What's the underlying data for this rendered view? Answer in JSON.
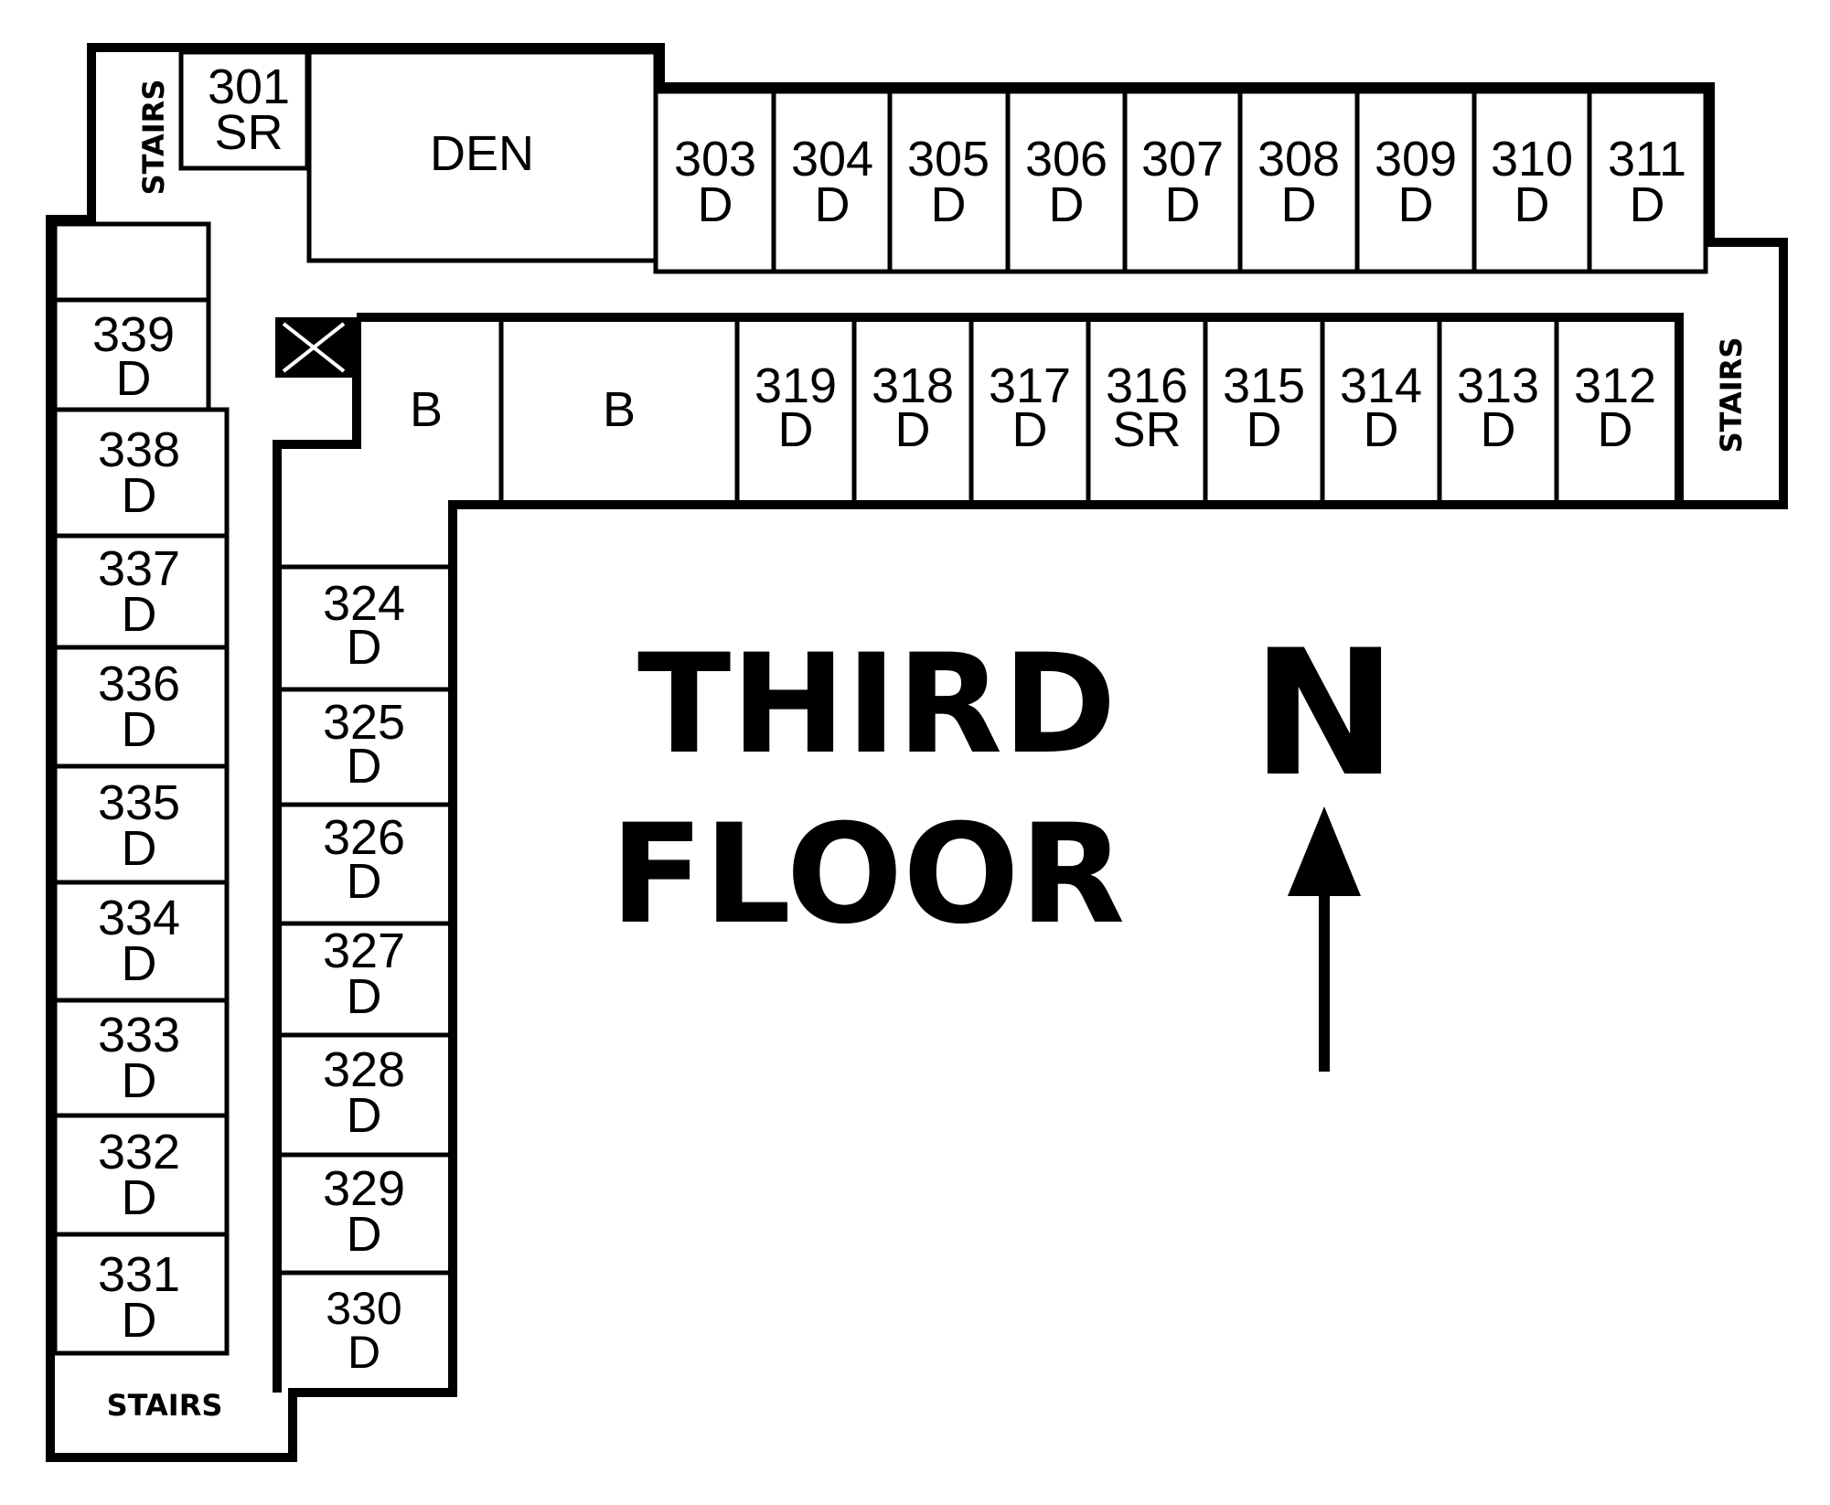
{
  "title": {
    "line1": "THIRD",
    "line2": "FLOOR"
  },
  "north": {
    "label": "N"
  },
  "stairs": {
    "label": "STAIRS"
  },
  "rooms": {
    "r301": {
      "number": "301",
      "type": "SR"
    },
    "den": {
      "name": "DEN"
    },
    "r303": {
      "number": "303",
      "type": "D"
    },
    "r304": {
      "number": "304",
      "type": "D"
    },
    "r305": {
      "number": "305",
      "type": "D"
    },
    "r306": {
      "number": "306",
      "type": "D"
    },
    "r307": {
      "number": "307",
      "type": "D"
    },
    "r308": {
      "number": "308",
      "type": "D"
    },
    "r309": {
      "number": "309",
      "type": "D"
    },
    "r310": {
      "number": "310",
      "type": "D"
    },
    "r311": {
      "number": "311",
      "type": "D"
    },
    "b1": {
      "name": "B"
    },
    "b2": {
      "name": "B"
    },
    "r319": {
      "number": "319",
      "type": "D"
    },
    "r318": {
      "number": "318",
      "type": "D"
    },
    "r317": {
      "number": "317",
      "type": "D"
    },
    "r316": {
      "number": "316",
      "type": "SR"
    },
    "r315": {
      "number": "315",
      "type": "D"
    },
    "r314": {
      "number": "314",
      "type": "D"
    },
    "r313": {
      "number": "313",
      "type": "D"
    },
    "r312": {
      "number": "312",
      "type": "D"
    },
    "r339": {
      "number": "339",
      "type": "D"
    },
    "r338": {
      "number": "338",
      "type": "D"
    },
    "r337": {
      "number": "337",
      "type": "D"
    },
    "r336": {
      "number": "336",
      "type": "D"
    },
    "r335": {
      "number": "335",
      "type": "D"
    },
    "r334": {
      "number": "334",
      "type": "D"
    },
    "r333": {
      "number": "333",
      "type": "D"
    },
    "r332": {
      "number": "332",
      "type": "D"
    },
    "r331": {
      "number": "331",
      "type": "D"
    },
    "r324": {
      "number": "324",
      "type": "D"
    },
    "r325": {
      "number": "325",
      "type": "D"
    },
    "r326": {
      "number": "326",
      "type": "D"
    },
    "r327": {
      "number": "327",
      "type": "D"
    },
    "r328": {
      "number": "328",
      "type": "D"
    },
    "r329": {
      "number": "329",
      "type": "D"
    },
    "r330": {
      "number": "330",
      "type": "D"
    }
  }
}
